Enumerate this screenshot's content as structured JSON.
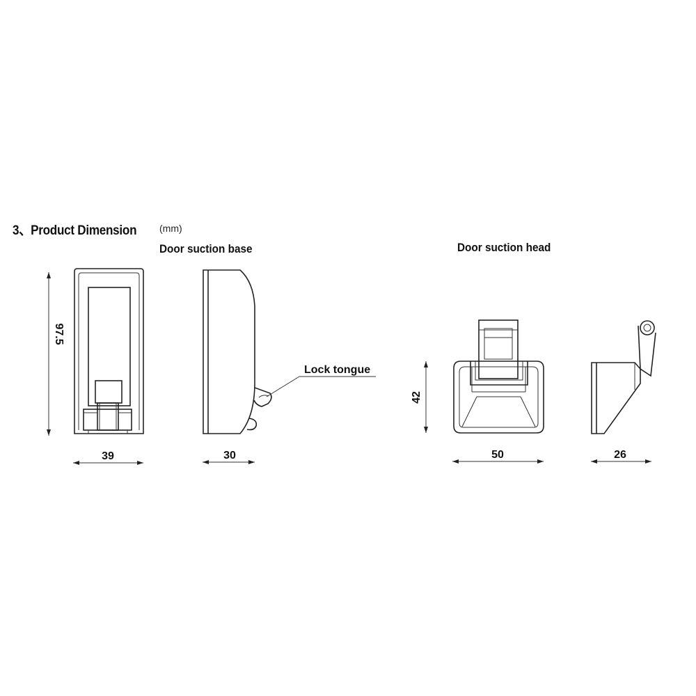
{
  "heading": {
    "title": "3、Product Dimension",
    "unit": "(mm)"
  },
  "base": {
    "label": "Door suction base",
    "height_dim": "97.5",
    "front_width_dim": "39",
    "side_width_dim": "30",
    "callout": "Lock tongue"
  },
  "head": {
    "label": "Door suction head",
    "height_dim": "42",
    "front_width_dim": "50",
    "side_width_dim": "26"
  }
}
